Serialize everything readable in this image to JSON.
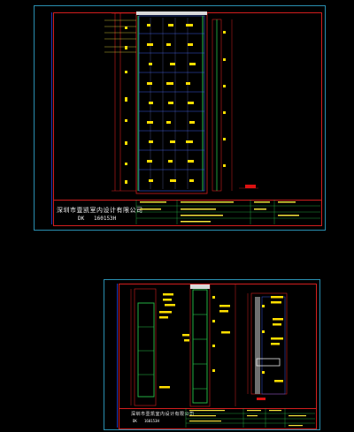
{
  "sheet1": {
    "company": "深圳市壹凯室内设计有限公司",
    "code_prefix": "DK",
    "code_number": "160153H"
  },
  "sheet2": {
    "company": "深圳市壹凯室内设计有限公司",
    "code_prefix": "DK",
    "code_number": "160153H"
  },
  "colors": {
    "background": "#000000",
    "sheet_border": "#2a8fb0",
    "frame": "#d21e1e",
    "annotation": "#ffde00",
    "elevation_green": "#27c24a",
    "edge_blue": "#1d37b8"
  }
}
